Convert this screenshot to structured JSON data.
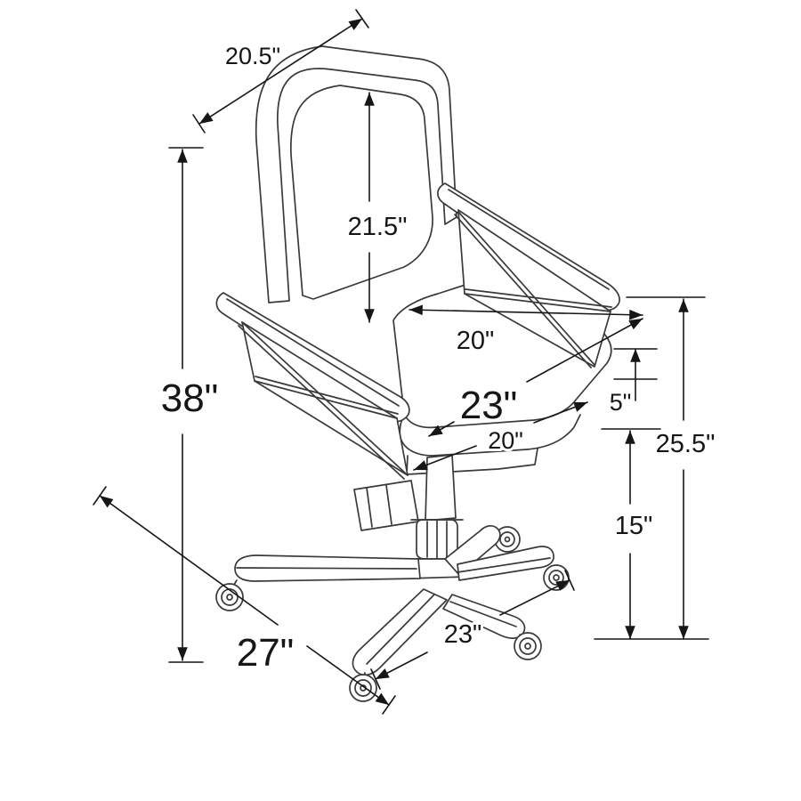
{
  "figure": {
    "subject": "Office swivel chair with cross-brace arms and casters — dimension line drawing",
    "line_color": "#3a3a3a",
    "annotation_color": "#161616",
    "background": "#ffffff"
  },
  "diagram": {
    "dimensions": {
      "back_width": "20.5\"",
      "back_height": "21.5\"",
      "overall_height": "38\"",
      "seat_depth": "20\"",
      "armrest_width": "23\"",
      "seat_width": "20\"",
      "cushion_thickness": "5\"",
      "seat_height": "25.5\"",
      "base_clearance_height": "15\"",
      "overall_depth": "27\"",
      "base_width": "23\""
    }
  }
}
